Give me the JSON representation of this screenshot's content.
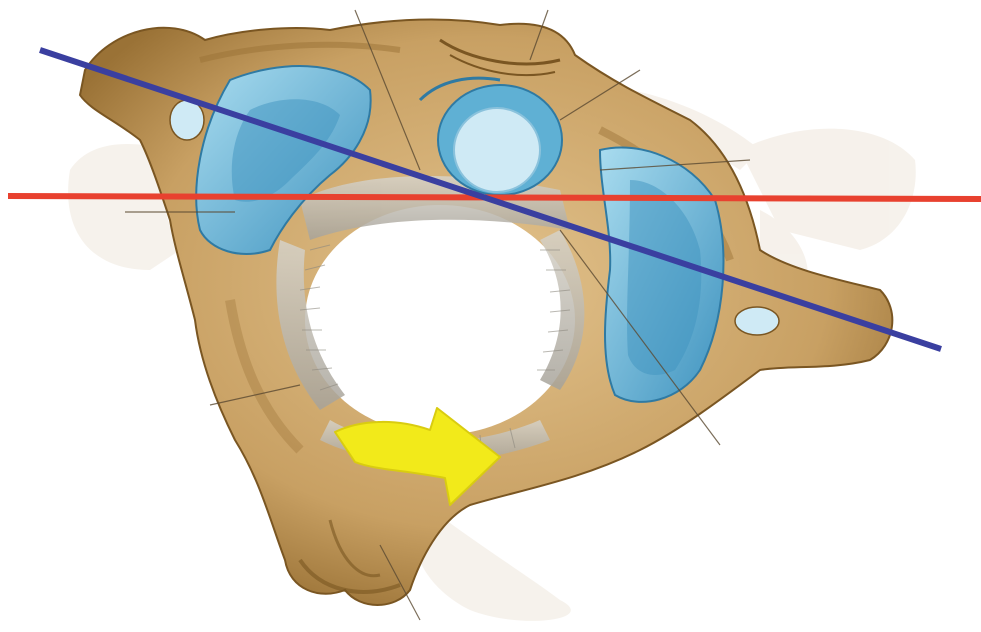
{
  "image": {
    "subject": "atlas-vertebra-illustration"
  },
  "colors": {
    "background": "#ffffff",
    "bone": "#c8a063",
    "bone_shadow": "#9a7236",
    "bone_light": "#e2c28c",
    "cartilage": "#5fb0d4",
    "cartilage_light": "#a9dcef",
    "ligament": "#b9b6ae",
    "ghost_vertebra": "#efe7dc",
    "red_line": "#e8412f",
    "blue_line": "#3a3fa0",
    "arrow": "#f2ea1a"
  },
  "overlays": {
    "red_line": {
      "name": "horizontal-reference-line"
    },
    "blue_line": {
      "name": "oblique-axis-line"
    },
    "arrow": {
      "name": "rotation-direction-arrow"
    }
  }
}
